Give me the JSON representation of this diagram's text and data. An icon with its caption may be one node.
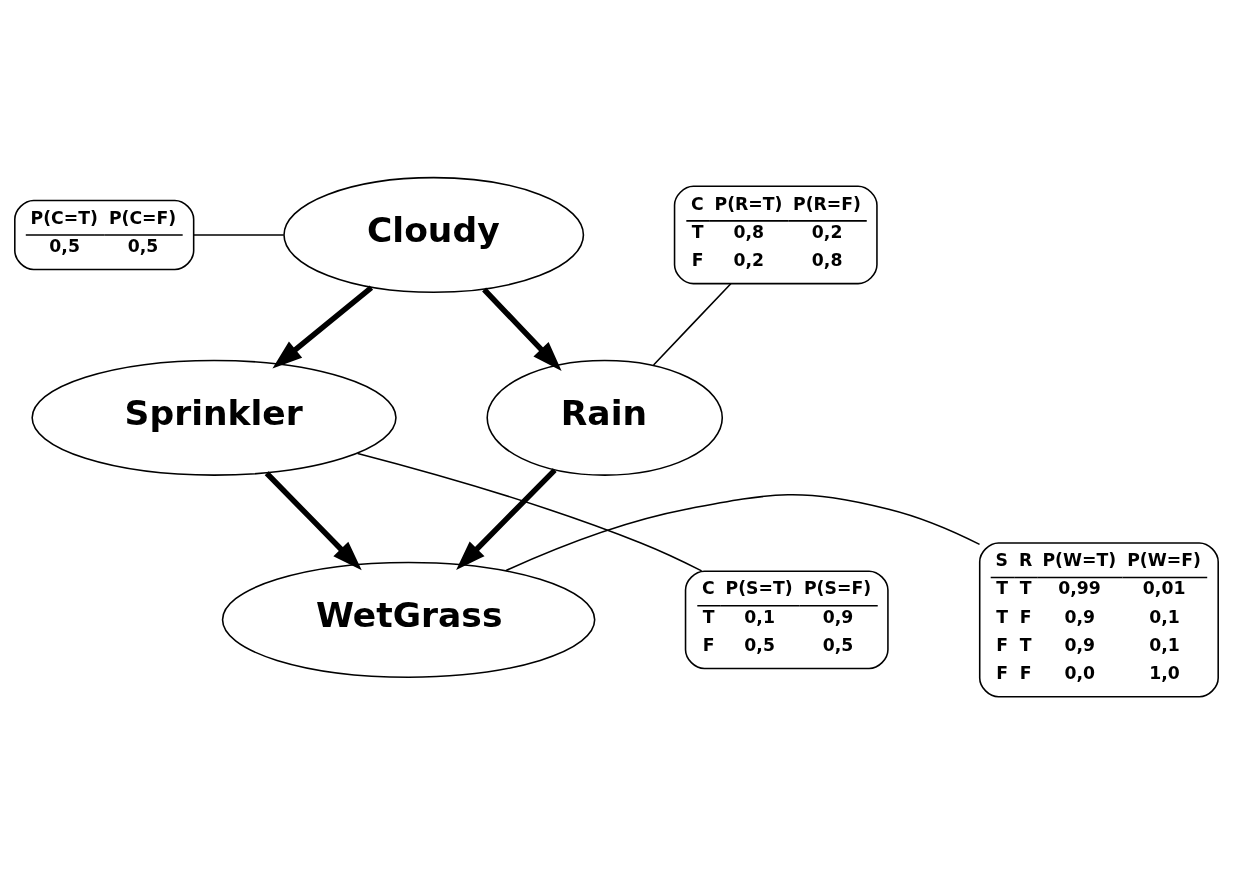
{
  "diagram": {
    "nodes": [
      {
        "text": [
          "P(C=T) P(C=F)",
          "0,5 0,5"
        ]
      },
      {
        "text": [
          "Cloudy"
        ]
      },
      {
        "text": [
          "C P(R=T) P(R=F)",
          "T 0,8 0,2",
          "F 0,2 0,8"
        ]
      },
      {
        "text": [
          "Sprinkler"
        ]
      },
      {
        "text": [
          "Rain"
        ]
      },
      {
        "text": [
          "C P(S=T) P(S=F)",
          "T 0,1 0,9",
          "F 0,5 0,5"
        ]
      },
      {
        "text": [
          "WetGrass"
        ]
      },
      {
        "text": [
          "S R P(W=T) P(W=F)",
          "T T 0,99 0,01",
          "T F 0,9 0,1",
          "F T 0,9 0,1",
          "F F 0,0 1,0"
        ]
      }
    ],
    "edges": [
      {
        "from": 1,
        "to": 3,
        "arrow": "to",
        "style": "thick"
      },
      {
        "from": 1,
        "to": 4,
        "arrow": "to",
        "style": "thick"
      },
      {
        "from": 3,
        "to": 6,
        "arrow": "to",
        "style": "thick"
      },
      {
        "from": 4,
        "to": 6,
        "arrow": "to",
        "style": "thick"
      },
      {
        "from": 0,
        "to": 1,
        "arrow": "none"
      },
      {
        "from": 2,
        "to": 4,
        "arrow": "none"
      },
      {
        "from": 5,
        "to": 3,
        "arrow": "none"
      },
      {
        "from": 7,
        "to": 6,
        "arrow": "none"
      }
    ]
  }
}
